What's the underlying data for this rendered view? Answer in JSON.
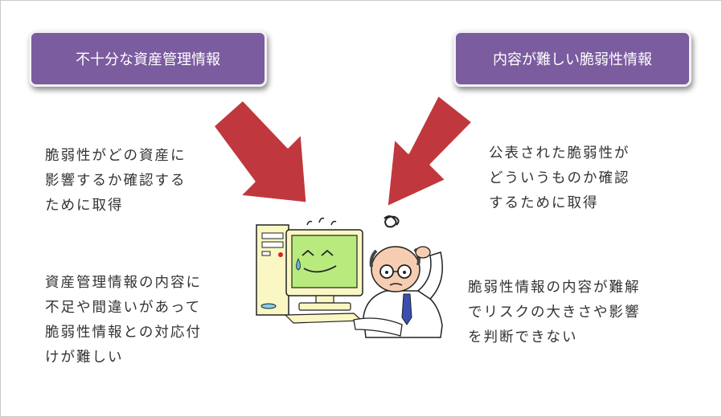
{
  "boxes": {
    "left": "不十分な資産管理情報",
    "right": "内容が難しい脆弱性情報"
  },
  "notes": {
    "top_left": [
      "脆弱性がどの資産に",
      "影響するか確認する",
      "ために取得"
    ],
    "top_right": [
      "公表された脆弱性が",
      "どういうものか確認",
      "するために取得"
    ],
    "bottom_left": [
      "資産管理情報の内容に",
      "不足や間違いがあって",
      "脆弱性情報との対応付",
      "けが難しい"
    ],
    "bottom_right": [
      "脆弱性情報の内容が難解",
      "でリスクの大きさや影響",
      "を判断できない"
    ]
  },
  "colors": {
    "box": "#7b5c9f",
    "arrow": "#c0383d",
    "monitor_screen": "#b8ea7e",
    "computer_body": "#fbf7c4"
  },
  "illustration": "confused-man-at-computer"
}
